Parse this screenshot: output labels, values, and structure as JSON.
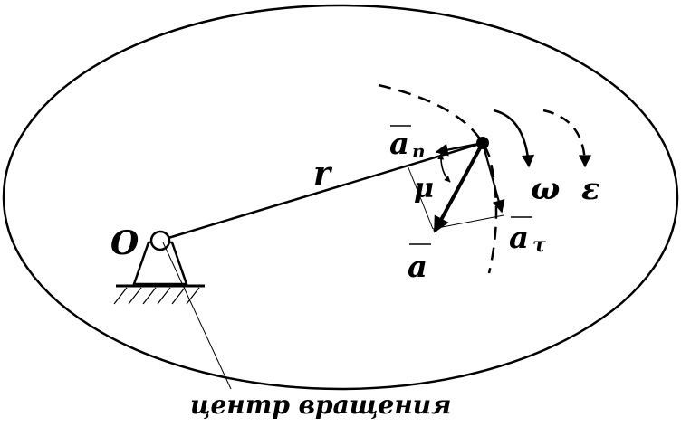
{
  "labels": {
    "center": "O",
    "radius": "r",
    "normal_accel": "a",
    "normal_sub": "n",
    "angle": "μ",
    "omega": "ω",
    "epsilon": "ε",
    "total_accel": "a",
    "tangent_accel": "a",
    "tangent_sub": "τ"
  },
  "caption": "центр вращения"
}
